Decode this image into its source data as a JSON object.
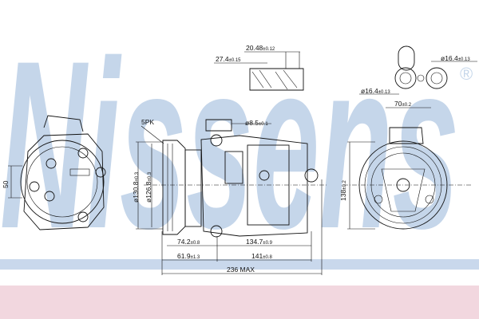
{
  "watermark": {
    "brand": "Nissens",
    "registered": "®"
  },
  "colors": {
    "watermark": "#c5d6ea",
    "band_blue": "#c9d8ec",
    "band_pink": "#f2d7df",
    "line": "#111111"
  },
  "dimensions": {
    "side_height": "50",
    "port_width": {
      "value": "20.48",
      "tol": "±0.12"
    },
    "port_offset": {
      "value": "27.4",
      "tol": "±0.15"
    },
    "port_dia_right": {
      "value": "ø16.4",
      "tol": "±0.13"
    },
    "port_dia_left": {
      "value": "ø16.4",
      "tol": "±0.13"
    },
    "belt": "5PK",
    "mount_hole": {
      "value": "ø8.5",
      "tol": "±0.1"
    },
    "pulley_outer": {
      "value": "ø130.8",
      "tol": "±0.3"
    },
    "pulley_inner": {
      "value": "ø126.8",
      "tol": "±0.3"
    },
    "len_a": {
      "value": "74.2",
      "tol": "±0.8"
    },
    "len_b": {
      "value": "134.7",
      "tol": "±0.9"
    },
    "len_c": {
      "value": "61.9",
      "tol": "±1.3"
    },
    "len_d": {
      "value": "141",
      "tol": "±0.8"
    },
    "overall": "236  MAX",
    "front_width": {
      "value": "70",
      "tol": "±0.2"
    },
    "front_height": {
      "value": "138",
      "tol": "±0.2"
    }
  }
}
